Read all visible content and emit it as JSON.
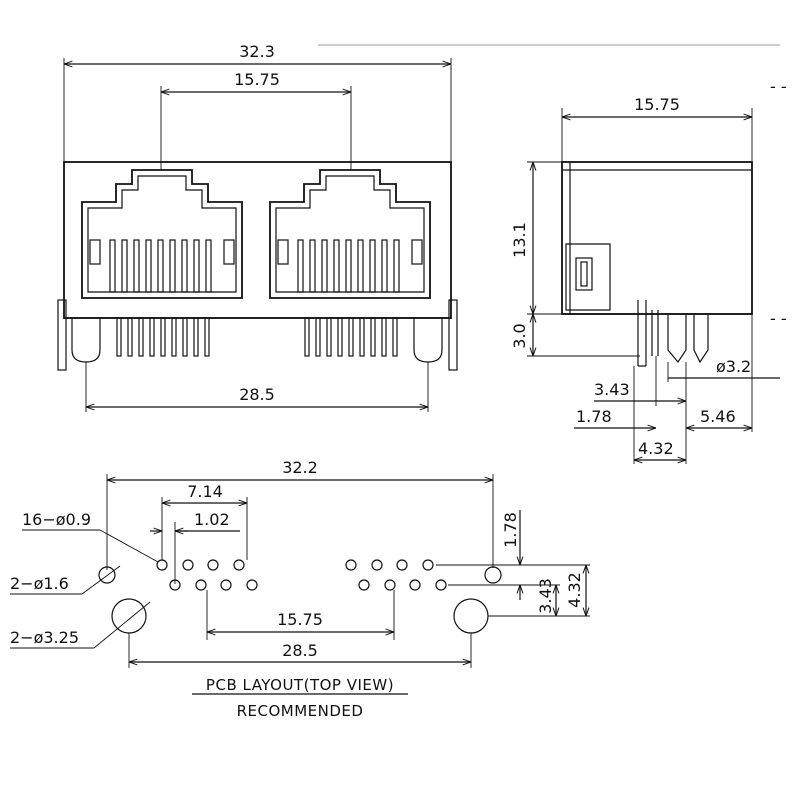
{
  "front_view": {
    "overall_width": "32.3",
    "jack_pitch": "15.75",
    "post_span": "28.5"
  },
  "side_view": {
    "depth": "15.75",
    "height": "13.1",
    "pin_length": "3.0",
    "post_diameter": "ø3.2",
    "row_offset": "3.43",
    "row_pitch": "1.78",
    "post_offset": "5.46",
    "post_row_offset": "4.32"
  },
  "pcb_layout": {
    "overall_width": "32.2",
    "pin_group_width": "7.14",
    "pin_pitch": "1.02",
    "signal_holes": "16−ø0.9",
    "led_holes": "2−ø1.6",
    "post_holes": "2−ø3.25",
    "jack_pitch": "15.75",
    "post_span": "28.5",
    "row_pitch": "1.78",
    "row_offset": "3.43",
    "post_row_offset": "4.32",
    "title": "PCB LAYOUT(TOP VIEW)",
    "subtitle": "RECOMMENDED"
  }
}
